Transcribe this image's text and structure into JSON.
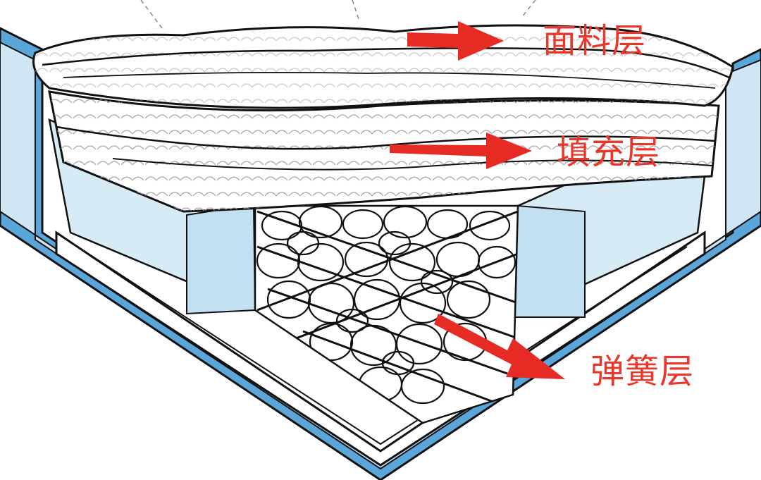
{
  "labels": {
    "fabric_layer": "面料层",
    "filling_layer": "填充层",
    "spring_layer": "弹簧层"
  },
  "colors": {
    "label_text": "#e8382c",
    "arrow": "#e62a24",
    "mattress_blue": "#5aa6d8",
    "mattress_blue_light": "#cfe6f5",
    "outline": "#111111"
  }
}
